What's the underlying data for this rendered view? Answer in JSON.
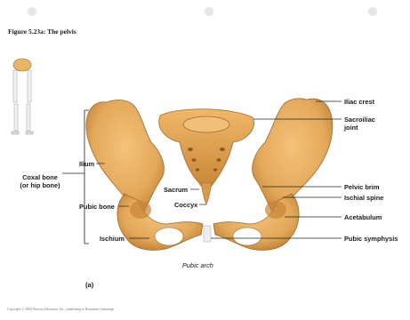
{
  "figure_title": "Figure 5.23a: The pelvis",
  "labels": {
    "iliac_crest": "Iliac crest",
    "sacroiliac_joint_line1": "Sacroiliac",
    "sacroiliac_joint_line2": "joint",
    "pelvic_brim": "Pelvic brim",
    "ischial_spine": "Ischial spine",
    "acetabulum": "Acetabulum",
    "pubic_symphysis": "Pubic symphysis",
    "coxal_bone_line1": "Coxal bone",
    "coxal_bone_line2": "(or hip bone)",
    "ilium": "Ilium",
    "pubic_bone": "Pubic bone",
    "ischium": "Ischium",
    "sacrum": "Sacrum",
    "coccyx": "Coccyx",
    "pubic_arch": "Pubic arch"
  },
  "panel_label": "(a)",
  "copyright": "Copyright © 2003 Pearson Education, Inc., publishing as Benjamin Cummings.",
  "colors": {
    "bone": "#e3a85a",
    "bone_shadow": "#b5742c",
    "leader": "#222222"
  }
}
